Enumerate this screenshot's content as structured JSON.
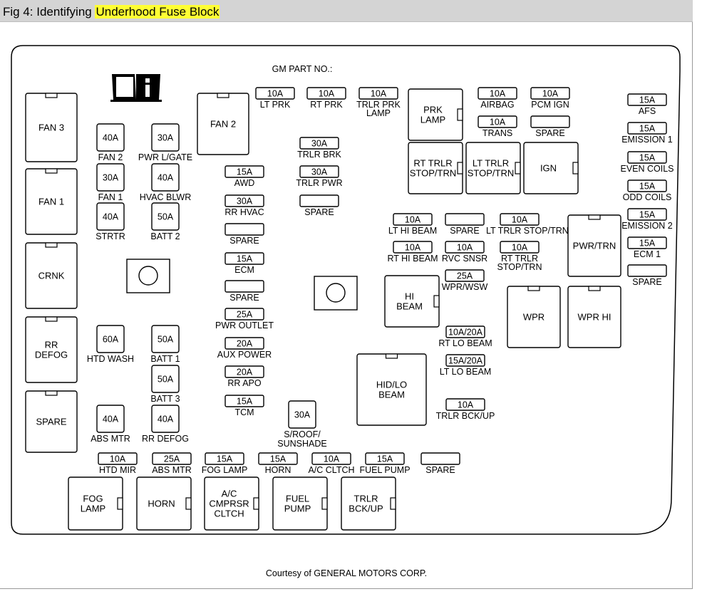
{
  "figure": {
    "title_prefix": "Fig 4: Identifying ",
    "title_highlight": "Underhood Fuse Block",
    "highlight_color": "#ffff33",
    "part_no_label": "GM PART NO.:",
    "credit": "Courtesy of GENERAL MOTORS CORP.",
    "icons": [
      "manual-info-icon"
    ]
  },
  "components": [
    {
      "id": "fan3",
      "kind": "relay",
      "lines": [
        "FAN 3"
      ]
    },
    {
      "id": "fan1",
      "kind": "relay",
      "lines": [
        "FAN 1"
      ]
    },
    {
      "id": "crnk",
      "kind": "relay",
      "lines": [
        "CRNK"
      ]
    },
    {
      "id": "rr-defog-relay",
      "kind": "relay",
      "lines": [
        "RR",
        "DEFOG"
      ]
    },
    {
      "id": "spare-relay-left",
      "kind": "relay",
      "lines": [
        "SPARE"
      ]
    },
    {
      "id": "fan2",
      "kind": "relay",
      "lines": [
        "FAN 2"
      ]
    },
    {
      "id": "prk-lamp",
      "kind": "relay",
      "lines": [
        "PRK",
        "LAMP"
      ]
    },
    {
      "id": "rt-trlr-stop",
      "kind": "relay",
      "lines": [
        "RT TRLR",
        "STOP/TRN"
      ]
    },
    {
      "id": "lt-trlr-stop",
      "kind": "relay",
      "lines": [
        "LT TRLR",
        "STOP/TRN"
      ]
    },
    {
      "id": "ign",
      "kind": "relay",
      "lines": [
        "IGN"
      ]
    },
    {
      "id": "pwr-trn",
      "kind": "relay",
      "lines": [
        "PWR/TRN"
      ]
    },
    {
      "id": "hi-beam",
      "kind": "relay",
      "lines": [
        "HI",
        "BEAM"
      ]
    },
    {
      "id": "wpr",
      "kind": "relay",
      "lines": [
        "WPR"
      ]
    },
    {
      "id": "wpr-hi",
      "kind": "relay",
      "lines": [
        "WPR HI"
      ]
    },
    {
      "id": "hid-lo-beam",
      "kind": "relay",
      "lines": [
        "HID/LO",
        "BEAM"
      ]
    },
    {
      "id": "fog-lamp-relay",
      "kind": "relay",
      "lines": [
        "FOG",
        "LAMP"
      ]
    },
    {
      "id": "horn-relay",
      "kind": "relay",
      "lines": [
        "HORN"
      ]
    },
    {
      "id": "ac-relay",
      "kind": "relay",
      "lines": [
        "A/C",
        "CMPRSR",
        "CLTCH"
      ]
    },
    {
      "id": "fuel-pump-relay",
      "kind": "relay",
      "lines": [
        "FUEL",
        "PUMP"
      ]
    },
    {
      "id": "trlr-bckup-relay",
      "kind": "relay",
      "lines": [
        "TRLR",
        "BCK/UP"
      ]
    },
    {
      "id": "fan2-fuse",
      "kind": "maxi",
      "amp": "40A",
      "label": [
        "FAN 2"
      ]
    },
    {
      "id": "pwr-lgate",
      "kind": "maxi",
      "amp": "30A",
      "label": [
        "PWR L/GATE"
      ]
    },
    {
      "id": "fan1-fuse",
      "kind": "maxi",
      "amp": "30A",
      "label": [
        "FAN 1"
      ]
    },
    {
      "id": "hvac-blwr",
      "kind": "maxi",
      "amp": "40A",
      "label": [
        "HVAC BLWR"
      ]
    },
    {
      "id": "strtr",
      "kind": "maxi",
      "amp": "40A",
      "label": [
        "STRTR"
      ]
    },
    {
      "id": "batt2",
      "kind": "maxi",
      "amp": "50A",
      "label": [
        "BATT 2"
      ]
    },
    {
      "id": "htd-wash",
      "kind": "maxi",
      "amp": "60A",
      "label": [
        "HTD WASH"
      ]
    },
    {
      "id": "batt1",
      "kind": "maxi",
      "amp": "50A",
      "label": [
        "BATT 1"
      ]
    },
    {
      "id": "batt3",
      "kind": "maxi",
      "amp": "50A",
      "label": [
        "BATT 3"
      ]
    },
    {
      "id": "abs-mtr-maxi",
      "kind": "maxi",
      "amp": "40A",
      "label": [
        "ABS MTR"
      ]
    },
    {
      "id": "rr-defog-fuse",
      "kind": "maxi",
      "amp": "40A",
      "label": [
        "RR DEFOG"
      ]
    },
    {
      "id": "sroof",
      "kind": "maxi",
      "amp": "30A",
      "label": [
        "S/ROOF/",
        "SUNSHADE"
      ]
    },
    {
      "id": "lt-prk",
      "kind": "mini",
      "amp": "10A",
      "label": [
        "LT PRK"
      ]
    },
    {
      "id": "rt-prk",
      "kind": "mini",
      "amp": "10A",
      "label": [
        "RT PRK"
      ]
    },
    {
      "id": "trlr-prk",
      "kind": "mini",
      "amp": "10A",
      "label": [
        "TRLR PRK",
        "LAMP"
      ]
    },
    {
      "id": "airbag",
      "kind": "mini",
      "amp": "10A",
      "label": [
        "AIRBAG"
      ]
    },
    {
      "id": "pcm-ign",
      "kind": "mini",
      "amp": "10A",
      "label": [
        "PCM IGN"
      ]
    },
    {
      "id": "trans",
      "kind": "mini",
      "amp": "10A",
      "label": [
        "TRANS"
      ]
    },
    {
      "id": "spare-r1",
      "kind": "mini",
      "amp": "",
      "label": [
        "SPARE"
      ]
    },
    {
      "id": "afs",
      "kind": "mini",
      "amp": "15A",
      "label": [
        "AFS"
      ]
    },
    {
      "id": "emission1",
      "kind": "mini",
      "amp": "15A",
      "label": [
        "EMISSION 1"
      ]
    },
    {
      "id": "even-coils",
      "kind": "mini",
      "amp": "15A",
      "label": [
        "EVEN COILS"
      ]
    },
    {
      "id": "odd-coils",
      "kind": "mini",
      "amp": "15A",
      "label": [
        "ODD COILS"
      ]
    },
    {
      "id": "emission2",
      "kind": "mini",
      "amp": "15A",
      "label": [
        "EMISSION 2"
      ]
    },
    {
      "id": "ecm1",
      "kind": "mini",
      "amp": "15A",
      "label": [
        "ECM 1"
      ]
    },
    {
      "id": "spare-r2",
      "kind": "mini",
      "amp": "",
      "label": [
        "SPARE"
      ]
    },
    {
      "id": "trlr-brk",
      "kind": "mini",
      "amp": "30A",
      "label": [
        "TRLR BRK"
      ]
    },
    {
      "id": "trlr-pwr",
      "kind": "mini",
      "amp": "30A",
      "label": [
        "TRLR PWR"
      ]
    },
    {
      "id": "spare-c1",
      "kind": "mini",
      "amp": "",
      "label": [
        "SPARE"
      ]
    },
    {
      "id": "awd",
      "kind": "mini",
      "amp": "15A",
      "label": [
        "AWD"
      ]
    },
    {
      "id": "rr-hvac",
      "kind": "mini",
      "amp": "30A",
      "label": [
        "RR HVAC"
      ]
    },
    {
      "id": "spare-c2",
      "kind": "mini",
      "amp": "",
      "label": [
        "SPARE"
      ]
    },
    {
      "id": "ecm",
      "kind": "mini",
      "amp": "15A",
      "label": [
        "ECM"
      ]
    },
    {
      "id": "spare-c3",
      "kind": "mini",
      "amp": "",
      "label": [
        "SPARE"
      ]
    },
    {
      "id": "pwr-outlet",
      "kind": "mini",
      "amp": "25A",
      "label": [
        "PWR OUTLET"
      ]
    },
    {
      "id": "aux-power",
      "kind": "mini",
      "amp": "20A",
      "label": [
        "AUX POWER"
      ]
    },
    {
      "id": "rr-apo",
      "kind": "mini",
      "amp": "20A",
      "label": [
        "RR APO"
      ]
    },
    {
      "id": "tcm",
      "kind": "mini",
      "amp": "15A",
      "label": [
        "TCM"
      ]
    },
    {
      "id": "lt-hi-beam",
      "kind": "mini",
      "amp": "10A",
      "label": [
        "LT HI BEAM"
      ]
    },
    {
      "id": "spare-m1",
      "kind": "mini",
      "amp": "",
      "label": [
        "SPARE"
      ]
    },
    {
      "id": "lt-trlr-stop-fuse",
      "kind": "mini",
      "amp": "10A",
      "label": [
        "LT TRLR STOP/TRN"
      ]
    },
    {
      "id": "rt-hi-beam",
      "kind": "mini",
      "amp": "10A",
      "label": [
        "RT HI BEAM"
      ]
    },
    {
      "id": "rvc-snsr",
      "kind": "mini",
      "amp": "10A",
      "label": [
        "RVC SNSR"
      ]
    },
    {
      "id": "rt-trlr-stop-fuse",
      "kind": "mini",
      "amp": "10A",
      "label": [
        "RT TRLR",
        "STOP/TRN"
      ]
    },
    {
      "id": "wpr-wsw",
      "kind": "mini",
      "amp": "25A",
      "label": [
        "WPR/WSW"
      ]
    },
    {
      "id": "rt-lo-beam",
      "kind": "mini",
      "amp": "10A/20A",
      "label": [
        "RT LO BEAM"
      ]
    },
    {
      "id": "lt-lo-beam",
      "kind": "mini",
      "amp": "15A/20A",
      "label": [
        "LT LO BEAM"
      ]
    },
    {
      "id": "trlr-bckup",
      "kind": "mini",
      "amp": "10A",
      "label": [
        "TRLR BCK/UP"
      ]
    },
    {
      "id": "htd-mir",
      "kind": "mini",
      "amp": "10A",
      "label": [
        "HTD MIR"
      ]
    },
    {
      "id": "abs-mtr-mini",
      "kind": "mini",
      "amp": "25A",
      "label": [
        "ABS MTR"
      ]
    },
    {
      "id": "fog-lamp-fuse",
      "kind": "mini",
      "amp": "15A",
      "label": [
        "FOG LAMP"
      ]
    },
    {
      "id": "horn-fuse",
      "kind": "mini",
      "amp": "15A",
      "label": [
        "HORN"
      ]
    },
    {
      "id": "ac-clutch",
      "kind": "mini",
      "amp": "10A",
      "label": [
        "A/C CLTCH"
      ]
    },
    {
      "id": "fuel-pump-fuse",
      "kind": "mini",
      "amp": "15A",
      "label": [
        "FUEL PUMP"
      ]
    },
    {
      "id": "spare-bottom",
      "kind": "mini",
      "amp": "",
      "label": [
        "SPARE"
      ]
    }
  ]
}
